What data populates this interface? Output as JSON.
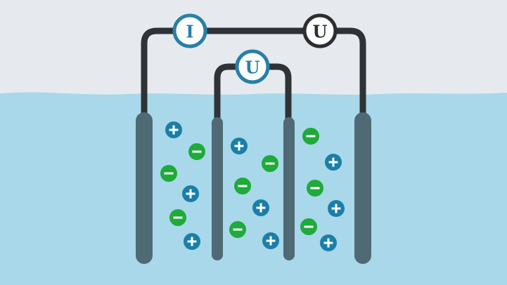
{
  "colors": {
    "background": "#e6eaee",
    "water": "#a8d8ea",
    "wire": "#2f3336",
    "electrode": "#4f6a74",
    "positive_ion": "#1a7fa8",
    "negative_ion": "#1faa3a",
    "meter_blue": "#2780a8",
    "meter_dark": "#2c2f31"
  },
  "meters": {
    "current": {
      "label": "I",
      "icon": "ammeter-icon"
    },
    "outer_voltage": {
      "label": "U",
      "icon": "voltmeter-icon"
    },
    "inner_voltage": {
      "label": "U",
      "icon": "voltmeter-icon"
    }
  },
  "ions": {
    "positive_symbol": "+",
    "negative_symbol": "−"
  }
}
